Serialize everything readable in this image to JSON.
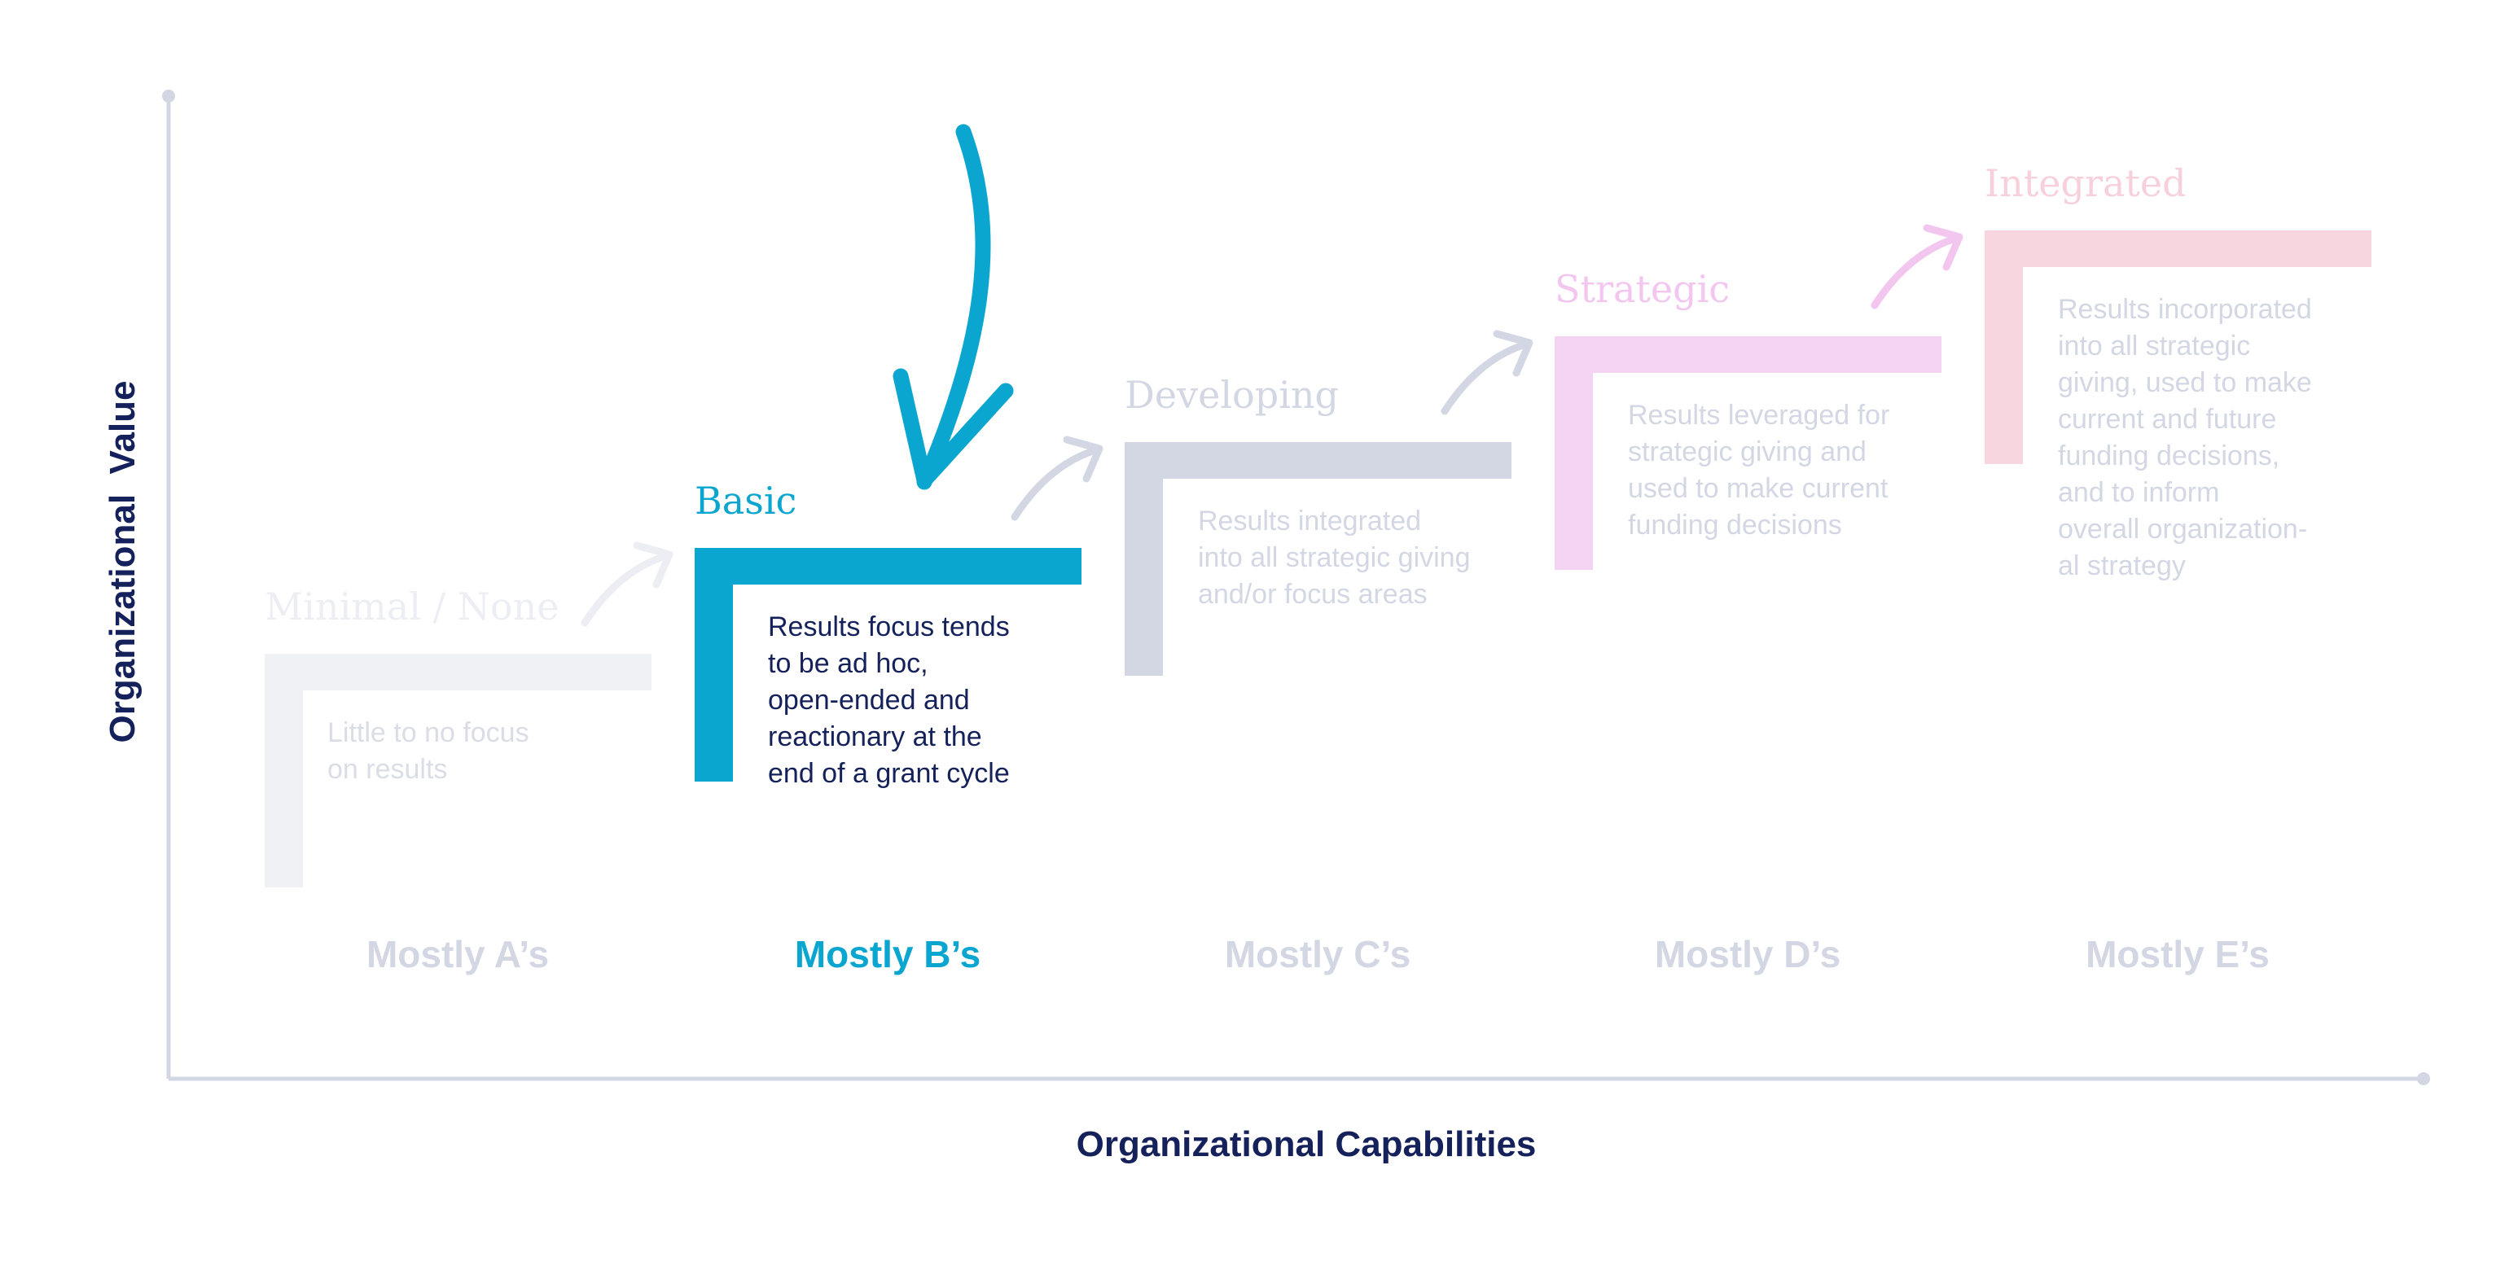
{
  "axes": {
    "y_title": "Organizational  Value",
    "x_title": "Organizational Capabilities"
  },
  "colors": {
    "axis": "#d3d7e3",
    "active": "#0aa6d0",
    "active_text": "#15215a",
    "axis_title": "#15215a"
  },
  "stages": [
    {
      "title": "Minimal / None",
      "desc": [
        "Little to no focus",
        "on results"
      ],
      "label": "Mostly A’s",
      "color": "#f0f1f5",
      "title_color": "#eceef3",
      "desc_color": "#dadde6",
      "label_color": "#d3d7e3",
      "active": false
    },
    {
      "title": "Basic",
      "desc": [
        "Results focus tends",
        "to be ad hoc,",
        "open-ended and",
        "reactionary at the",
        "end of a grant cycle"
      ],
      "label": "Mostly B’s",
      "color": "#0aa6d0",
      "title_color": "#0aa6d0",
      "desc_color": "#15215a",
      "label_color": "#0aa6d0",
      "active": true
    },
    {
      "title": "Developing",
      "desc": [
        "Results integrated",
        "into all strategic giving",
        "and/or focus areas"
      ],
      "label": "Mostly C’s",
      "color": "#d3d7e3",
      "title_color": "#d3d7e3",
      "desc_color": "#d3d7e3",
      "label_color": "#d3d7e3",
      "active": false
    },
    {
      "title": "Strategic",
      "desc": [
        "Results leveraged for",
        "strategic giving and",
        "used to make current",
        "funding decisions"
      ],
      "label": "Mostly D’s",
      "color": "#f5d3f3",
      "title_color": "#f3c6f0",
      "desc_color": "#d3d7e3",
      "label_color": "#d3d7e3",
      "active": false
    },
    {
      "title": "Integrated",
      "desc": [
        "Results incorporated",
        "into all strategic",
        "giving, used to make",
        "current and future",
        "funding decisions,",
        "and to inform",
        "overall organization-",
        "al strategy"
      ],
      "label": "Mostly E’s",
      "color": "#f8d6e0",
      "title_color": "#f8d0dc",
      "desc_color": "#d3d7e3",
      "label_color": "#d3d7e3",
      "active": false
    }
  ],
  "connectors": [
    {
      "name": "connector-a-b-icon",
      "color": "#eceef3"
    },
    {
      "name": "connector-b-c-icon",
      "color": "#d3d7e3"
    },
    {
      "name": "connector-c-d-icon",
      "color": "#d3d7e3"
    },
    {
      "name": "connector-d-e-icon",
      "color": "#f3c6f0"
    }
  ],
  "pointer": {
    "name": "pointer-arrow-icon",
    "color": "#0aa6d0"
  }
}
